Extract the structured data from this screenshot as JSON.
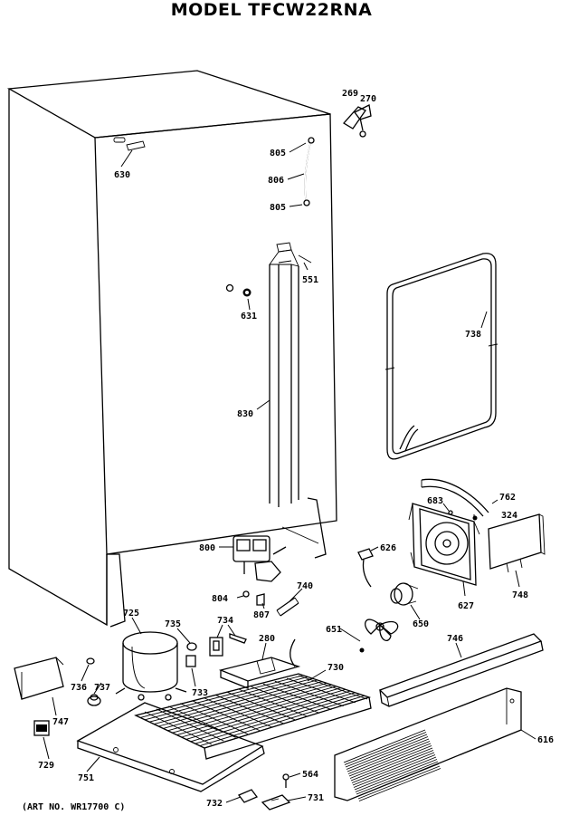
{
  "title": "MODEL TFCW22RNA",
  "art_no": "(ART NO. WR17700 C)",
  "callouts": [
    {
      "id": "269",
      "label": "269"
    },
    {
      "id": "270",
      "label": "270"
    },
    {
      "id": "805a",
      "label": "805"
    },
    {
      "id": "806",
      "label": "806"
    },
    {
      "id": "805b",
      "label": "805"
    },
    {
      "id": "630",
      "label": "630"
    },
    {
      "id": "551",
      "label": "551"
    },
    {
      "id": "631",
      "label": "631"
    },
    {
      "id": "738",
      "label": "738"
    },
    {
      "id": "830",
      "label": "830"
    },
    {
      "id": "683",
      "label": "683"
    },
    {
      "id": "762",
      "label": "762"
    },
    {
      "id": "324",
      "label": "324"
    },
    {
      "id": "800",
      "label": "800"
    },
    {
      "id": "626",
      "label": "626"
    },
    {
      "id": "748",
      "label": "748"
    },
    {
      "id": "627",
      "label": "627"
    },
    {
      "id": "740",
      "label": "740"
    },
    {
      "id": "804",
      "label": "804"
    },
    {
      "id": "807",
      "label": "807"
    },
    {
      "id": "725",
      "label": "725"
    },
    {
      "id": "735",
      "label": "735"
    },
    {
      "id": "734",
      "label": "734"
    },
    {
      "id": "650",
      "label": "650"
    },
    {
      "id": "651",
      "label": "651"
    },
    {
      "id": "280",
      "label": "280"
    },
    {
      "id": "746",
      "label": "746"
    },
    {
      "id": "730",
      "label": "730"
    },
    {
      "id": "736",
      "label": "736"
    },
    {
      "id": "737",
      "label": "737"
    },
    {
      "id": "733",
      "label": "733"
    },
    {
      "id": "747",
      "label": "747"
    },
    {
      "id": "729",
      "label": "729"
    },
    {
      "id": "751",
      "label": "751"
    },
    {
      "id": "564",
      "label": "564"
    },
    {
      "id": "732",
      "label": "732"
    },
    {
      "id": "731",
      "label": "731"
    },
    {
      "id": "616",
      "label": "616"
    }
  ]
}
